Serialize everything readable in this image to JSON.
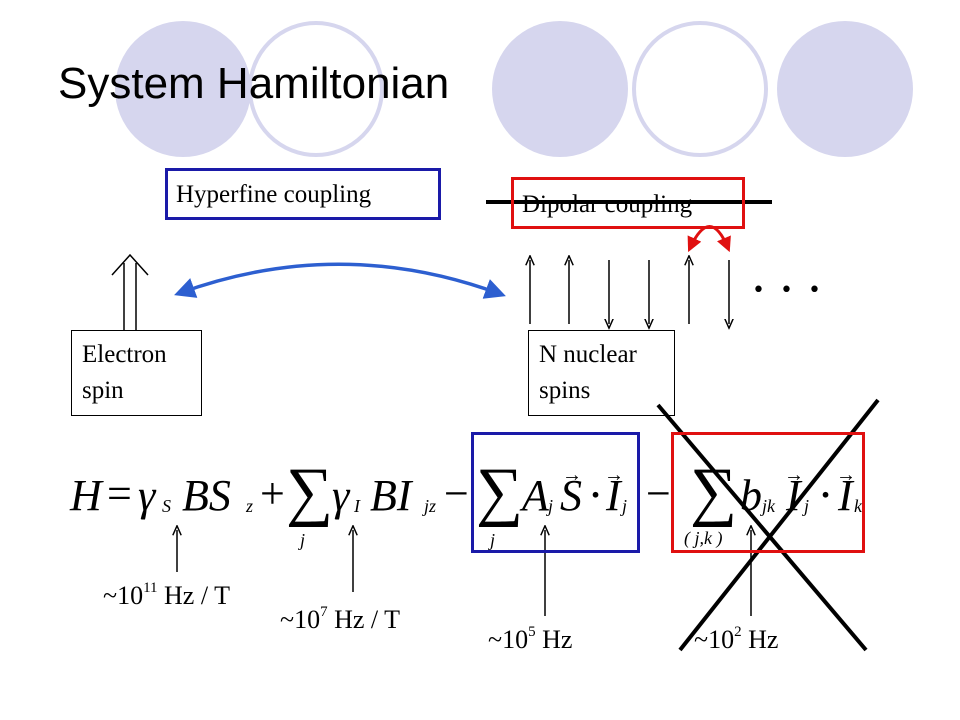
{
  "slide": {
    "title": "System Hamiltonian",
    "labels": {
      "hyperfine": "Hyperfine coupling",
      "dipolar": "Dipolar coupling",
      "electron_line1": "Electron",
      "electron_line2": "spin",
      "nuclear_line1": "N nuclear",
      "nuclear_line2": "spins",
      "ellipsis": "• • •"
    },
    "equation": {
      "H": "H",
      "eq": "=",
      "gamma": "γ",
      "S_sub": "S",
      "BS": "BS",
      "z_sub": "z",
      "plus": "+",
      "sum_symbol": "∑",
      "j_index": "j",
      "I_sub": "I",
      "BI": "BI",
      "jz_sub": "jz",
      "minus": "−",
      "A": "A",
      "S_vec": "S",
      "dot": "⋅",
      "I_vec": "I",
      "b": "b",
      "jk_sub": "jk",
      "k_sub": "k",
      "pair_index": "( j,k )"
    },
    "values": {
      "v1_base": "~10",
      "v1_exp": "11",
      "v1_unit": " Hz / T",
      "v2_base": "~10",
      "v2_exp": "7",
      "v2_unit": " Hz / T",
      "v3_base": "~10",
      "v3_exp": "5",
      "v3_unit": " Hz",
      "v4_base": "~10",
      "v4_exp": "2",
      "v4_unit": " Hz"
    },
    "colors": {
      "circle_fill": "#d6d6ee",
      "circle_outline": "#d6d6ee",
      "blue": "#1a1aa8",
      "red": "#e01010",
      "arrow_blue": "#2d5fd0"
    }
  }
}
